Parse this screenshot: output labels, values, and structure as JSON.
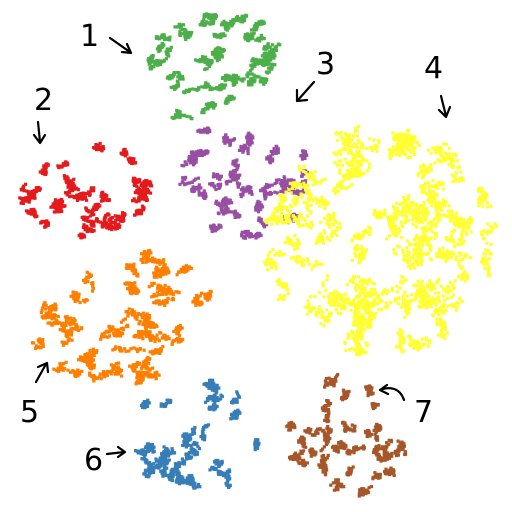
{
  "chart_data": {
    "type": "scatter",
    "title": "",
    "xlabel": "",
    "ylabel": "",
    "grid": false,
    "legend": "none",
    "axes_visible": false,
    "series": [
      {
        "id": "1",
        "label": "1",
        "color": "#4daf4a",
        "arrow_icon": "arrow-down-right"
      },
      {
        "id": "2",
        "label": "2",
        "color": "#e41a1c",
        "arrow_icon": "arrow-down"
      },
      {
        "id": "3",
        "label": "3",
        "color": "#984ea3",
        "arrow_icon": "arrow-down-left"
      },
      {
        "id": "4",
        "label": "4",
        "color": "#ffff33",
        "arrow_icon": "arrow-down"
      },
      {
        "id": "5",
        "label": "5",
        "color": "#ff7f00",
        "arrow_icon": "arrow-up-right"
      },
      {
        "id": "6",
        "label": "6",
        "color": "#377eb8",
        "arrow_icon": "arrow-right"
      },
      {
        "id": "7",
        "label": "7",
        "color": "#a65628",
        "arrow_icon": "arrow-curved-left"
      }
    ]
  }
}
